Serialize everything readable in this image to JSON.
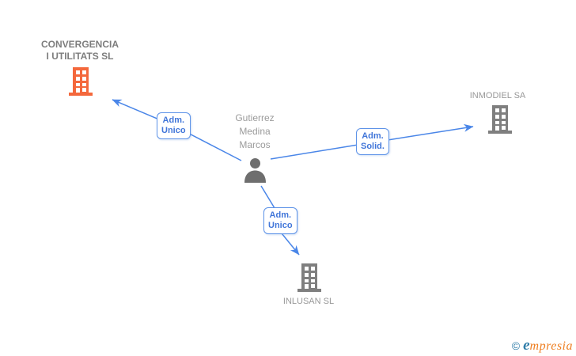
{
  "colors": {
    "edge_blue": "#4a86e8",
    "company_orange": "#f4683c",
    "company_gray": "#7f7f7f",
    "person_gray": "#6e6e6e",
    "logo_blue": "#2e7ca8",
    "logo_orange": "#ee7f22"
  },
  "person": {
    "name_line1": "Gutierrez",
    "name_line2": "Medina",
    "name_line3": "Marcos"
  },
  "companies": {
    "convergencia": {
      "name_line1": "CONVERGENCIA",
      "name_line2": "I UTILITATS SL"
    },
    "inmodiel": {
      "name": "INMODIEL SA"
    },
    "inlusan": {
      "name": "INLUSAN SL"
    }
  },
  "edges": {
    "to_convergencia": {
      "label_line1": "Adm.",
      "label_line2": "Unico"
    },
    "to_inmodiel": {
      "label_line1": "Adm.",
      "label_line2": "Solid."
    },
    "to_inlusan": {
      "label_line1": "Adm.",
      "label_line2": "Unico"
    }
  },
  "footer": {
    "copyright": "©",
    "brand_e": "e",
    "brand_rest": "mpresia"
  }
}
